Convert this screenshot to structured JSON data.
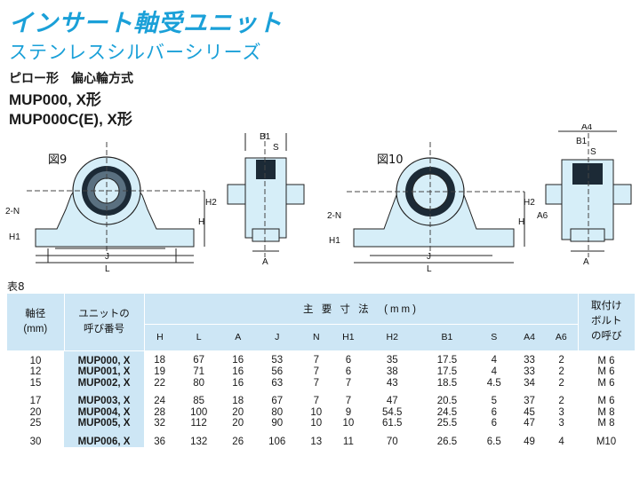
{
  "header": {
    "title": "インサート軸受ユニット",
    "subtitle": "ステンレスシルバーシリーズ",
    "type_line": "ピロー形　偏心輪方式",
    "model_line_1": "MUP000, X形",
    "model_line_2": "MUP000C(E), X形"
  },
  "figures": {
    "fig9_label": "図9",
    "fig10_label": "図10",
    "dims": {
      "b1": "B1",
      "s": "S",
      "h2": "H2",
      "h": "H",
      "n2": "2-N",
      "h1": "H1",
      "j": "J",
      "l": "L",
      "a": "A",
      "a4": "A4",
      "a6": "A6"
    }
  },
  "table": {
    "caption": "表8",
    "headers": {
      "shaft": [
        "軸径",
        "(mm)"
      ],
      "unit": [
        "ユニットの",
        "呼び番号"
      ],
      "main": "主 要 寸 法　(mm)",
      "bolt": [
        "取付け",
        "ボルト",
        "の呼び"
      ],
      "cols": [
        "H",
        "L",
        "A",
        "J",
        "N",
        "H1",
        "H2",
        "B1",
        "S",
        "A4",
        "A6"
      ]
    },
    "rows": [
      {
        "d": "10",
        "unit": "MUP000, X",
        "v": [
          "18",
          "67",
          "16",
          "53",
          "7",
          "6",
          "35",
          "17.5",
          "4",
          "33",
          "2"
        ],
        "bolt": "M 6"
      },
      {
        "d": "12",
        "unit": "MUP001, X",
        "v": [
          "19",
          "71",
          "16",
          "56",
          "7",
          "6",
          "38",
          "17.5",
          "4",
          "33",
          "2"
        ],
        "bolt": "M 6"
      },
      {
        "d": "15",
        "unit": "MUP002, X",
        "v": [
          "22",
          "80",
          "16",
          "63",
          "7",
          "7",
          "43",
          "18.5",
          "4.5",
          "34",
          "2"
        ],
        "bolt": "M 6"
      },
      {
        "d": "17",
        "unit": "MUP003, X",
        "v": [
          "24",
          "85",
          "18",
          "67",
          "7",
          "7",
          "47",
          "20.5",
          "5",
          "37",
          "2"
        ],
        "bolt": "M 6"
      },
      {
        "d": "20",
        "unit": "MUP004, X",
        "v": [
          "28",
          "100",
          "20",
          "80",
          "10",
          "9",
          "54.5",
          "24.5",
          "6",
          "45",
          "3"
        ],
        "bolt": "M 8"
      },
      {
        "d": "25",
        "unit": "MUP005, X",
        "v": [
          "32",
          "112",
          "20",
          "90",
          "10",
          "10",
          "61.5",
          "25.5",
          "6",
          "47",
          "3"
        ],
        "bolt": "M 8"
      },
      {
        "d": "30",
        "unit": "MUP006, X",
        "v": [
          "36",
          "132",
          "26",
          "106",
          "13",
          "11",
          "70",
          "26.5",
          "6.5",
          "49",
          "4"
        ],
        "bolt": "M10"
      }
    ]
  },
  "colors": {
    "title": "#1aa0d8",
    "table_header": "#cde6f5",
    "drawing_fill": "#d6eef8"
  }
}
